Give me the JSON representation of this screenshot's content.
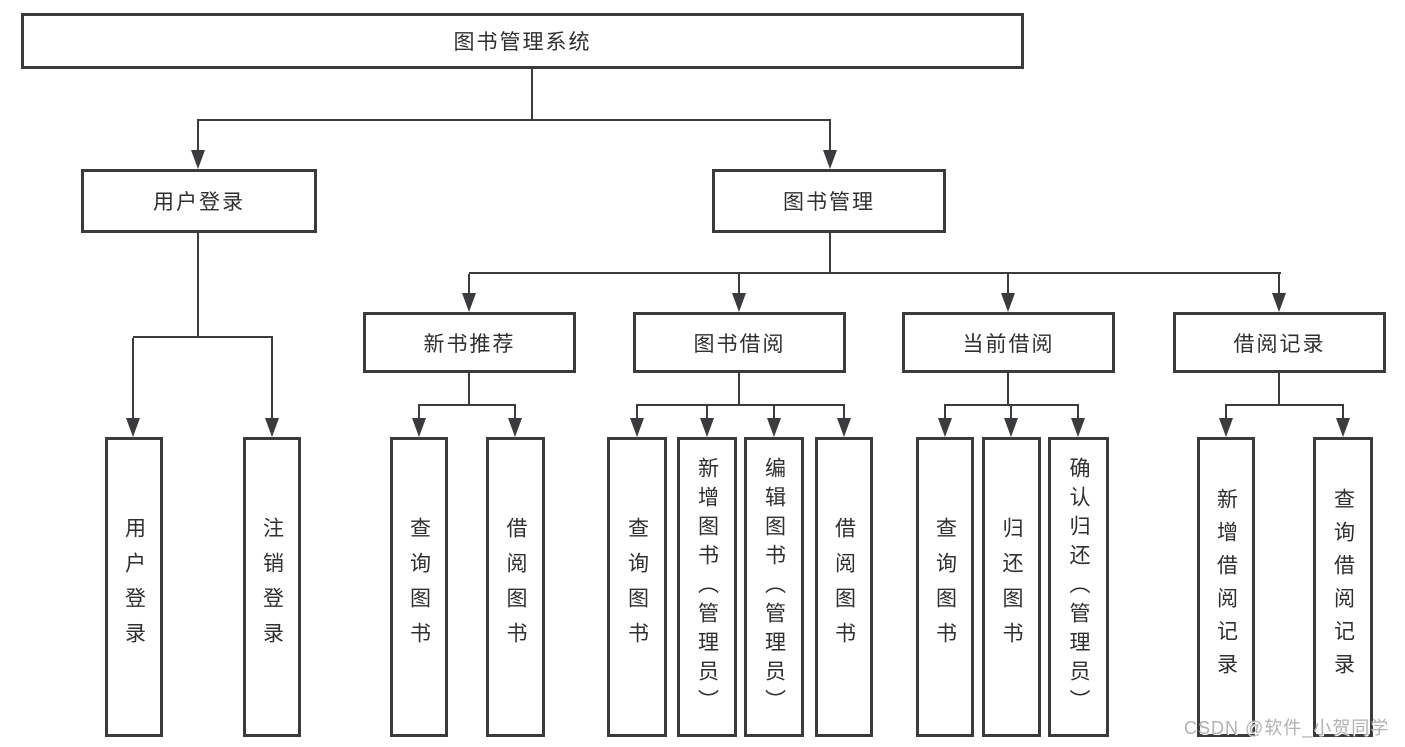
{
  "diagram_type": "tree-structure",
  "nodes": {
    "root": "图书管理系统",
    "user_login": "用户登录",
    "book_mgmt": "图书管理",
    "new_book_rec": "新书推荐",
    "book_borrow": "图书借阅",
    "current_borrow": "当前借阅",
    "borrow_records": "借阅记录",
    "leaf_user_login": "用户登录",
    "leaf_logout": "注销登录",
    "leaf_rec_query": "查询图书",
    "leaf_rec_borrow": "借阅图书",
    "leaf_bb_query": "查询图书",
    "leaf_bb_add": "新增图书（管理员）",
    "leaf_bb_edit": "编辑图书（管理员）",
    "leaf_bb_borrow": "借阅图书",
    "leaf_cb_query": "查询图书",
    "leaf_cb_return": "归还图书",
    "leaf_cb_confirm": "确认归还（管理员）",
    "leaf_br_add": "新增借阅记录",
    "leaf_br_query": "查询借阅记录"
  },
  "edges": [
    {
      "from": "root",
      "to": "user_login"
    },
    {
      "from": "root",
      "to": "book_mgmt"
    },
    {
      "from": "user_login",
      "to": "leaf_user_login"
    },
    {
      "from": "user_login",
      "to": "leaf_logout"
    },
    {
      "from": "book_mgmt",
      "to": "new_book_rec"
    },
    {
      "from": "book_mgmt",
      "to": "book_borrow"
    },
    {
      "from": "book_mgmt",
      "to": "current_borrow"
    },
    {
      "from": "book_mgmt",
      "to": "borrow_records"
    },
    {
      "from": "new_book_rec",
      "to": "leaf_rec_query"
    },
    {
      "from": "new_book_rec",
      "to": "leaf_rec_borrow"
    },
    {
      "from": "book_borrow",
      "to": "leaf_bb_query"
    },
    {
      "from": "book_borrow",
      "to": "leaf_bb_add"
    },
    {
      "from": "book_borrow",
      "to": "leaf_bb_edit"
    },
    {
      "from": "book_borrow",
      "to": "leaf_bb_borrow"
    },
    {
      "from": "current_borrow",
      "to": "leaf_cb_query"
    },
    {
      "from": "current_borrow",
      "to": "leaf_cb_return"
    },
    {
      "from": "current_borrow",
      "to": "leaf_cb_confirm"
    },
    {
      "from": "borrow_records",
      "to": "leaf_br_add"
    },
    {
      "from": "borrow_records",
      "to": "leaf_br_query"
    }
  ],
  "watermark": "CSDN @软件_小贺同学",
  "colors": {
    "line": "#3b3b3d",
    "text": "#2f2f31",
    "box_background": "#ffffff",
    "watermark": "#b2b0b0"
  }
}
